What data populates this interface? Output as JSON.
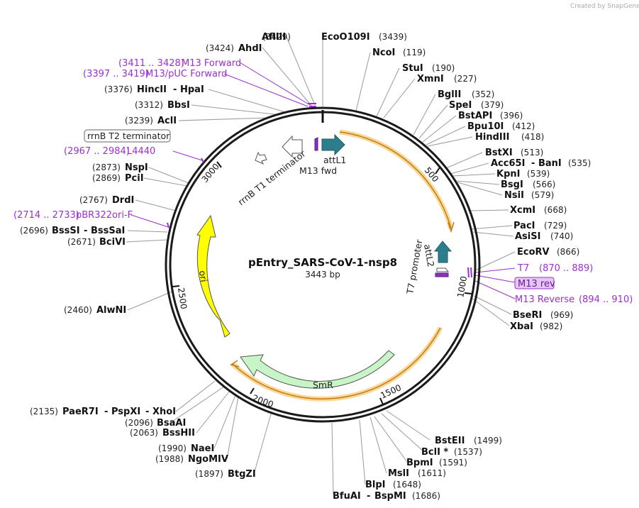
{
  "credit": "Created by SnapGene",
  "plasmid": {
    "name": "pEntry_SARS-CoV-1-nsp8",
    "size": "3443 bp",
    "length": 3443
  },
  "ruler": [
    "500",
    "1000",
    "1500",
    "2000",
    "2500",
    "3000"
  ],
  "features": [
    {
      "id": "attL1",
      "label": "attL1"
    },
    {
      "id": "m13fwd",
      "label": "M13 fwd"
    },
    {
      "id": "rrnbt1",
      "label": "rrnB T1 terminator"
    },
    {
      "id": "rrnbt2",
      "label": "rrnB T2 terminator"
    },
    {
      "id": "attL2",
      "label": "attL2"
    },
    {
      "id": "t7prom",
      "label": "T7 promoter"
    },
    {
      "id": "m13rev",
      "label": "M13 rev"
    },
    {
      "id": "ori",
      "label": "ori"
    },
    {
      "id": "smr",
      "label": "SmR"
    }
  ],
  "sites": [
    {
      "id": "afliii",
      "enz": "AflIII",
      "pos": "(3429)",
      "side": "L"
    },
    {
      "id": "ahdi",
      "enz": "AhdI",
      "pos": "(3424)",
      "side": "L"
    },
    {
      "id": "m13f",
      "enz": "M13 Forward",
      "pos": "(3411 .. 3428)",
      "side": "L",
      "primer": true
    },
    {
      "id": "m13puc",
      "enz": "M13/pUC Forward",
      "pos": "(3397 .. 3419)",
      "side": "L",
      "primer": true
    },
    {
      "id": "hincii",
      "enz": "HincII",
      "enz2": "HpaI",
      "pos": "(3376)",
      "side": "L"
    },
    {
      "id": "bbsi",
      "enz": "BbsI",
      "pos": "(3312)",
      "side": "L"
    },
    {
      "id": "acli",
      "enz": "AclI",
      "pos": "(3239)",
      "side": "L"
    },
    {
      "id": "l4440",
      "enz": "L4440",
      "pos": "(2967 .. 2984)",
      "side": "L",
      "primer": true
    },
    {
      "id": "nspi",
      "enz": "NspI",
      "pos": "(2873)",
      "side": "L"
    },
    {
      "id": "pcii",
      "enz": "PciI",
      "pos": "(2869)",
      "side": "L"
    },
    {
      "id": "drdi",
      "enz": "DrdI",
      "pos": "(2767)",
      "side": "L"
    },
    {
      "id": "pbr",
      "enz": "pBR322ori-F",
      "pos": "(2714 .. 2733)",
      "side": "L",
      "primer": true
    },
    {
      "id": "bsssi",
      "enz": "BssSI",
      "enz2": "BssSaI",
      "pos": "(2696)",
      "side": "L"
    },
    {
      "id": "bcivi",
      "enz": "BciVI",
      "pos": "(2671)",
      "side": "L"
    },
    {
      "id": "alwni",
      "enz": "AlwNI",
      "pos": "(2460)",
      "side": "L"
    },
    {
      "id": "paer7i",
      "enz": "PaeR7I",
      "enz2": "PspXI",
      "enz3": "XhoI",
      "pos": "(2135)",
      "side": "L"
    },
    {
      "id": "bsaai",
      "enz": "BsaAI",
      "pos": "(2096)",
      "side": "L"
    },
    {
      "id": "bsshii",
      "enz": "BssHII",
      "pos": "(2063)",
      "side": "L"
    },
    {
      "id": "naei",
      "enz": "NaeI",
      "pos": "(1990)",
      "side": "L"
    },
    {
      "id": "ngomiv",
      "enz": "NgoMIV",
      "pos": "(1988)",
      "side": "L"
    },
    {
      "id": "btgzi",
      "enz": "BtgZI",
      "pos": "(1897)",
      "side": "L"
    },
    {
      "id": "eco0109i",
      "enz": "EcoO109I",
      "pos": "(3439)",
      "side": "R"
    },
    {
      "id": "ncoi",
      "enz": "NcoI",
      "pos": "(119)",
      "side": "R"
    },
    {
      "id": "stui",
      "enz": "StuI",
      "pos": "(190)",
      "side": "R"
    },
    {
      "id": "xmni",
      "enz": "XmnI",
      "pos": "(227)",
      "side": "R"
    },
    {
      "id": "bglii",
      "enz": "BglII",
      "pos": "(352)",
      "side": "R"
    },
    {
      "id": "spei",
      "enz": "SpeI",
      "pos": "(379)",
      "side": "R"
    },
    {
      "id": "bstapi",
      "enz": "BstAPI",
      "pos": "(396)",
      "side": "R"
    },
    {
      "id": "bpu10i",
      "enz": "Bpu10I",
      "pos": "(412)",
      "side": "R"
    },
    {
      "id": "hindiii",
      "enz": "HindIII",
      "pos": "(418)",
      "side": "R"
    },
    {
      "id": "bstxi",
      "enz": "BstXI",
      "pos": "(513)",
      "side": "R"
    },
    {
      "id": "acc65i",
      "enz": "Acc65I",
      "enz2": "BanI",
      "pos": "(535)",
      "side": "R"
    },
    {
      "id": "kpni",
      "enz": "KpnI",
      "pos": "(539)",
      "side": "R"
    },
    {
      "id": "bsgi",
      "enz": "BsgI",
      "pos": "(566)",
      "side": "R"
    },
    {
      "id": "nsii",
      "enz": "NsiI",
      "pos": "(579)",
      "side": "R"
    },
    {
      "id": "xcmi",
      "enz": "XcmI",
      "pos": "(668)",
      "side": "R"
    },
    {
      "id": "paci",
      "enz": "PacI",
      "pos": "(729)",
      "side": "R"
    },
    {
      "id": "asisi",
      "enz": "AsiSI",
      "pos": "(740)",
      "side": "R"
    },
    {
      "id": "ecorv",
      "enz": "EcoRV",
      "pos": "(866)",
      "side": "R"
    },
    {
      "id": "t7",
      "enz": "T7",
      "pos": "(870 .. 889)",
      "side": "R",
      "primer": true
    },
    {
      "id": "m13r",
      "enz": "M13 Reverse",
      "pos": "(894 .. 910)",
      "side": "R",
      "primer": true
    },
    {
      "id": "bseri",
      "enz": "BseRI",
      "pos": "(969)",
      "side": "R"
    },
    {
      "id": "xbai",
      "enz": "XbaI",
      "pos": "(982)",
      "side": "R"
    },
    {
      "id": "bsteii",
      "enz": "BstEII",
      "pos": "(1499)",
      "side": "R"
    },
    {
      "id": "bcli",
      "enz": "BclI *",
      "pos": "(1537)",
      "side": "R"
    },
    {
      "id": "bpmi",
      "enz": "BpmI",
      "pos": "(1591)",
      "side": "R"
    },
    {
      "id": "msli",
      "enz": "MslI",
      "pos": "(1611)",
      "side": "R"
    },
    {
      "id": "blpi",
      "enz": "BlpI",
      "pos": "(1648)",
      "side": "R"
    },
    {
      "id": "bfuai",
      "enz": "BfuAI",
      "enz2": "BspMI",
      "pos": "(1686)",
      "side": "R"
    }
  ],
  "colors": {
    "ring": "#1a1a1a",
    "orange": "#f0a81a",
    "ori": "#ffff00",
    "smr": "#c8f5c8",
    "att": "#2e7d8c",
    "primer": "#9b30d0",
    "m13rev_box": "#e6c6f2"
  }
}
